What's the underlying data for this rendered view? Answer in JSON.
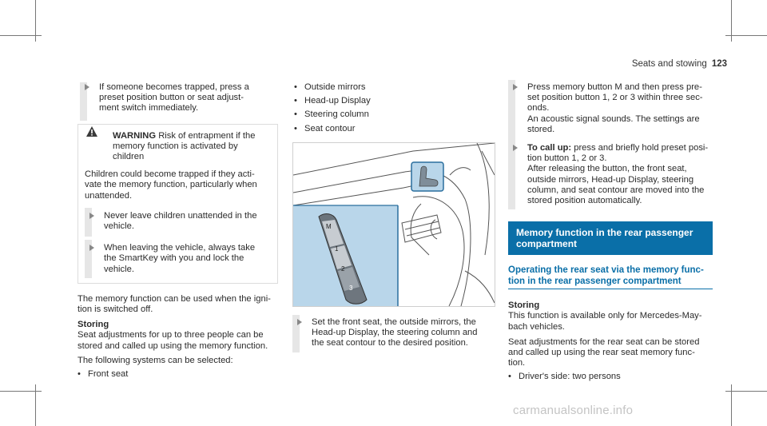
{
  "header": {
    "section": "Seats and stowing",
    "page_number": "123"
  },
  "col1": {
    "step1": "If someone becomes trapped, press a preset position button or seat adjustment switch immediately.",
    "step1_lines": [
      "If someone becomes trapped, press a",
      "preset position button or seat adjust-",
      "ment switch immediately."
    ],
    "warning": {
      "label": "WARNING",
      "line1_rest": "Risk of entrapment if the",
      "line2": "memory function is activated by children",
      "body_lines": [
        "Children could become trapped if they acti-",
        "vate the memory function, particularly when",
        "unattended."
      ],
      "step1_lines": [
        "Never leave children unattended in the",
        "vehicle."
      ],
      "step2_lines": [
        "When leaving the vehicle, always take",
        "the SmartKey with you and lock the",
        "vehicle."
      ]
    },
    "para1_lines": [
      "The memory function can be used when the igni-",
      "tion is switched off."
    ],
    "storing_title": "Storing",
    "storing_lines": [
      "Seat adjustments for up to three people can be",
      "stored and called up using the memory function."
    ],
    "following": "The following systems can be selected:",
    "bullet1": "Front seat"
  },
  "col2": {
    "bullets": [
      "Outside mirrors",
      "Head-up Display",
      "Steering column",
      "Seat contour"
    ],
    "figure": {
      "buttons": [
        "M",
        "1",
        "2",
        "3"
      ]
    },
    "step_lines": [
      "Set the front seat, the outside mirrors, the",
      "Head-up Display, the steering column and",
      "the seat contour to the desired position."
    ]
  },
  "col3": {
    "step1_lines": [
      "Press memory button M and then press pre-",
      "set position button 1, 2 or 3 within three sec-",
      "onds."
    ],
    "step1b_lines": [
      "An acoustic signal sounds. The settings are",
      "stored."
    ],
    "step2_label": "To call up:",
    "step2_first_rest": "press and briefly hold preset posi-",
    "step2_lines": [
      "tion button 1, 2 or 3."
    ],
    "step2b_lines": [
      "After releasing the button, the front seat,",
      "outside mirrors, Head-up Display, steering",
      "column, and seat contour are moved into the",
      "stored position automatically."
    ],
    "band_lines": [
      "Memory function in the rear passenger",
      "compartment"
    ],
    "subhead_lines": [
      "Operating the rear seat via the memory func-",
      "tion in the rear passenger compartment"
    ],
    "storing_title": "Storing",
    "storing_lines": [
      "This function is available only for Mercedes-May-",
      "bach vehicles."
    ],
    "para_lines": [
      "Seat adjustments for the rear seat can be stored",
      "and called up using the rear seat memory func-",
      "tion."
    ],
    "bullet1": "Driver's side: two persons"
  },
  "watermark": "carmanualsonline.info"
}
